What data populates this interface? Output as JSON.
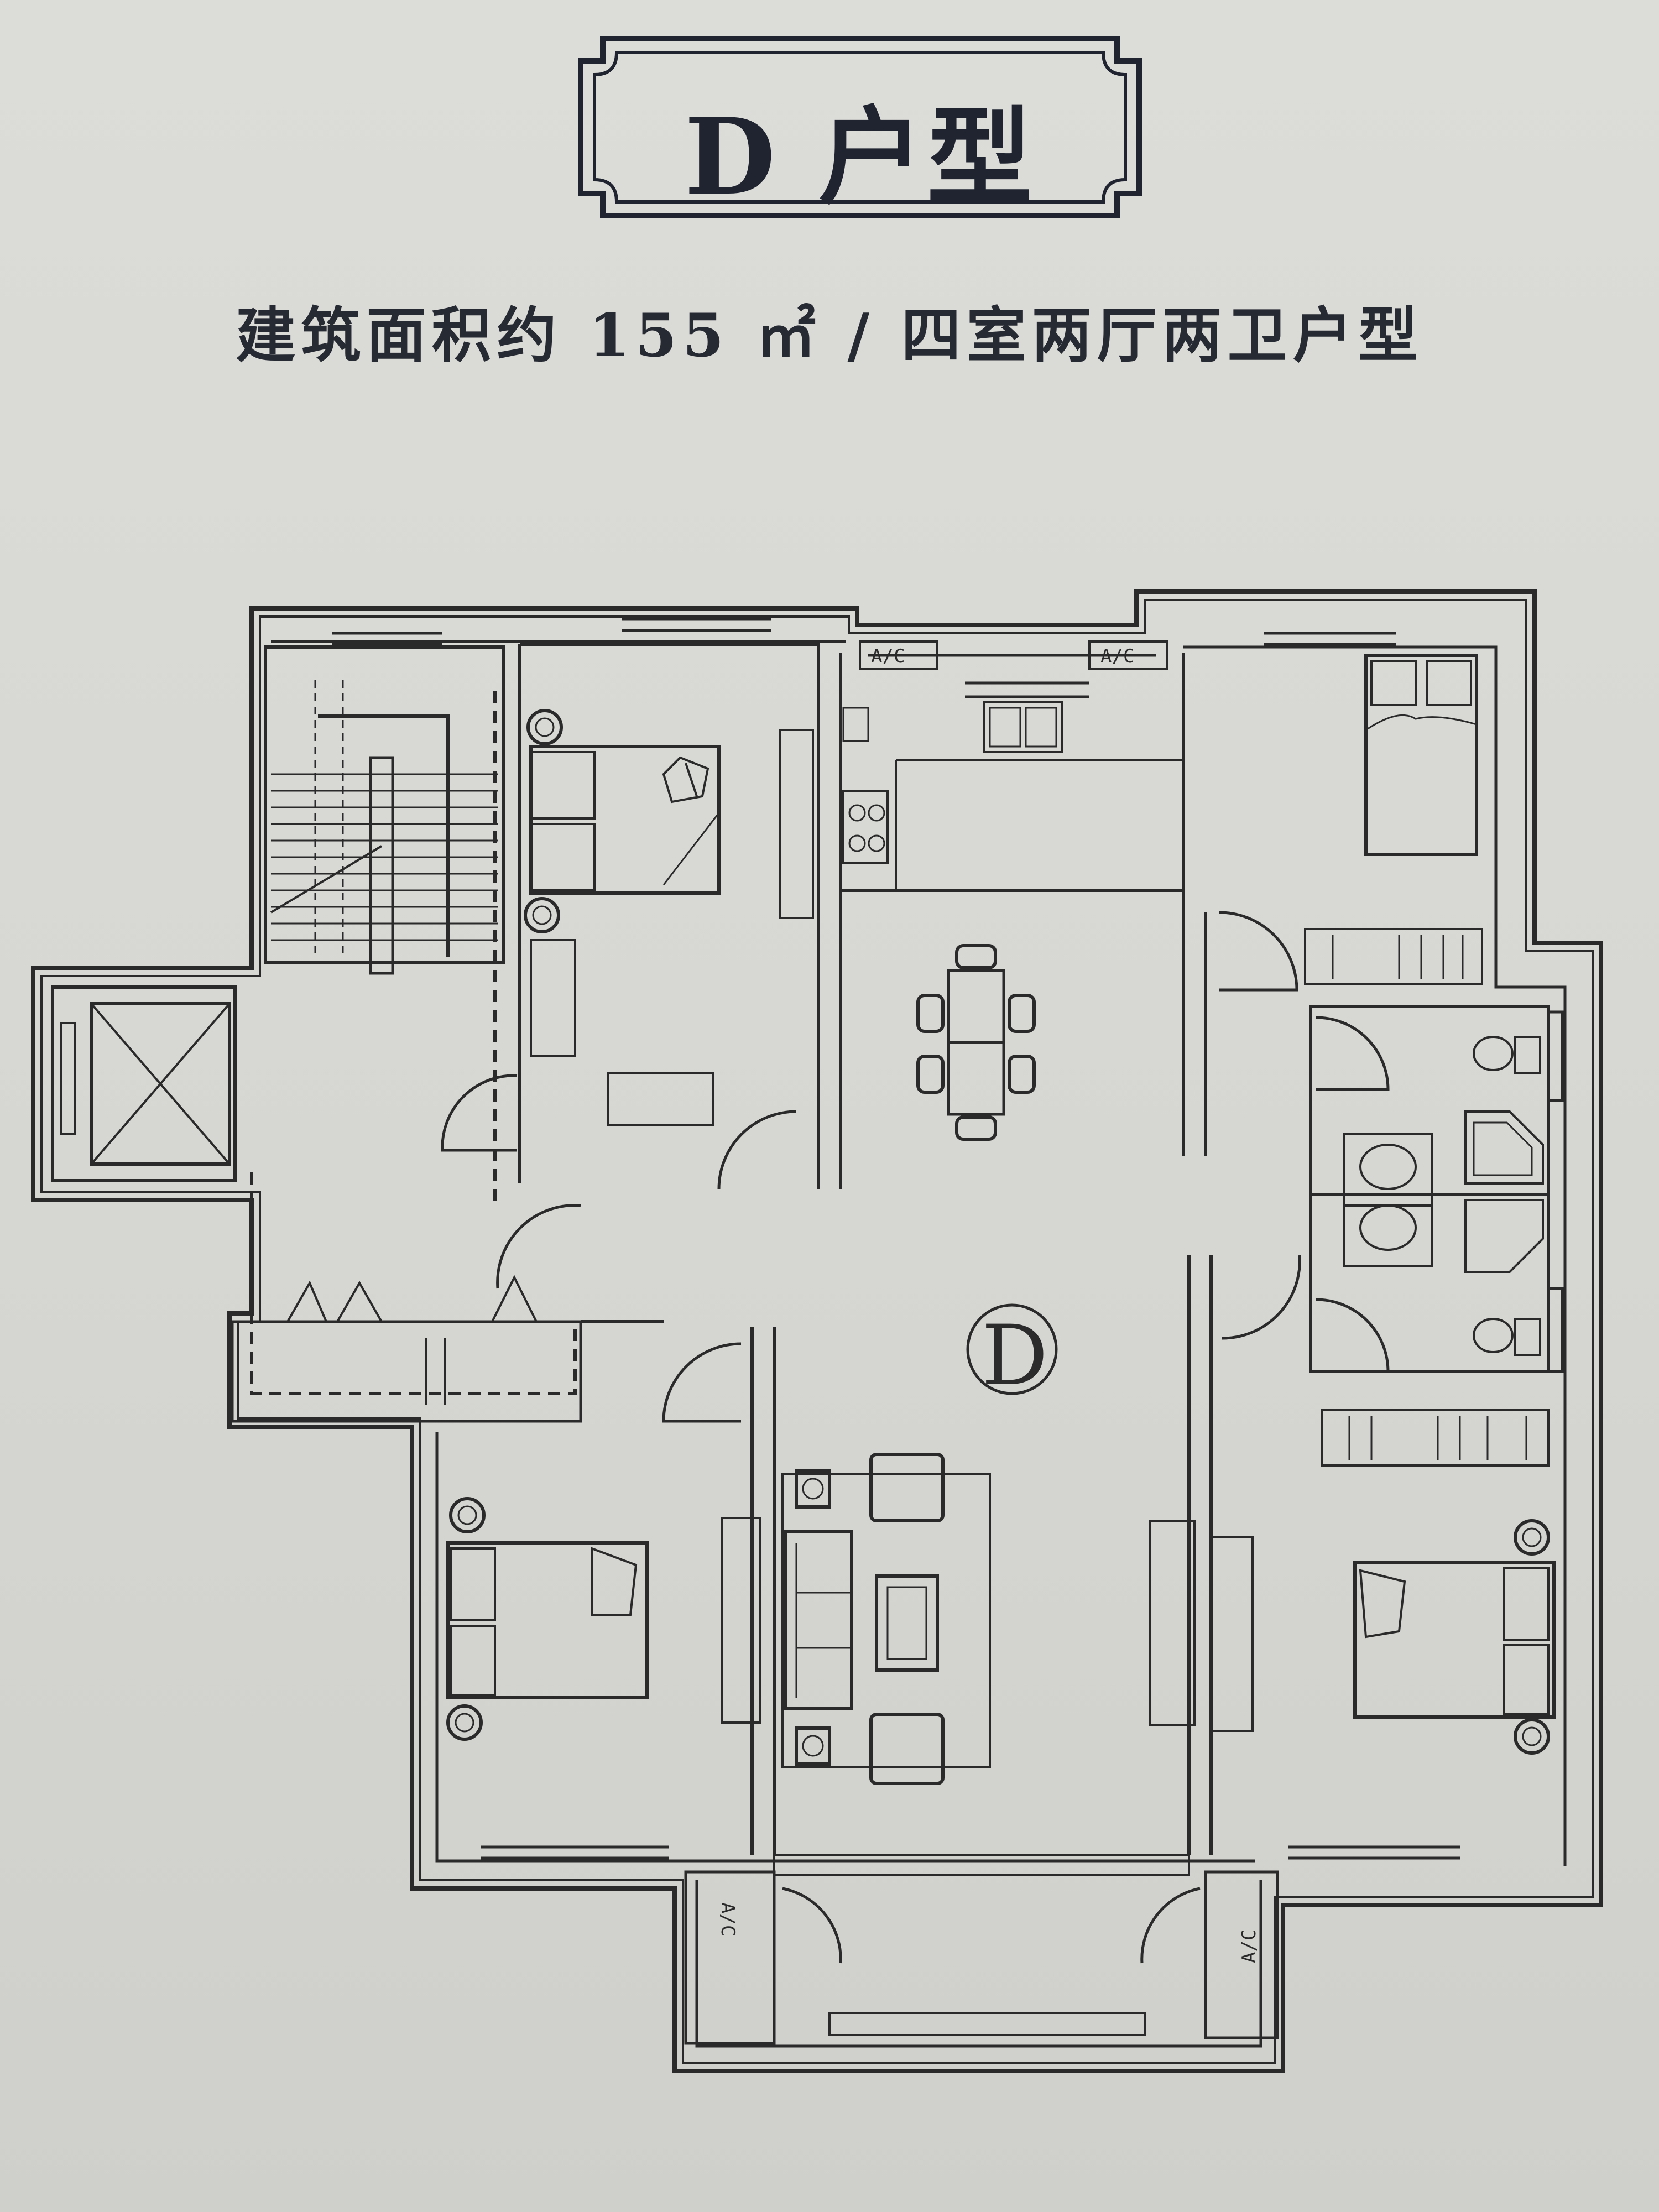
{
  "header": {
    "title": "D 户型",
    "subtitle": "建筑面积约 155 ㎡ / 四室两厅两卫户型"
  },
  "plan": {
    "unit_label": "D",
    "ac_labels": [
      "A/C",
      "A/C",
      "A/C",
      "A/C"
    ]
  },
  "colors": {
    "paper": "#d7d7d3",
    "ink": "#2a2a2a",
    "title_ink": "#1f2430"
  }
}
